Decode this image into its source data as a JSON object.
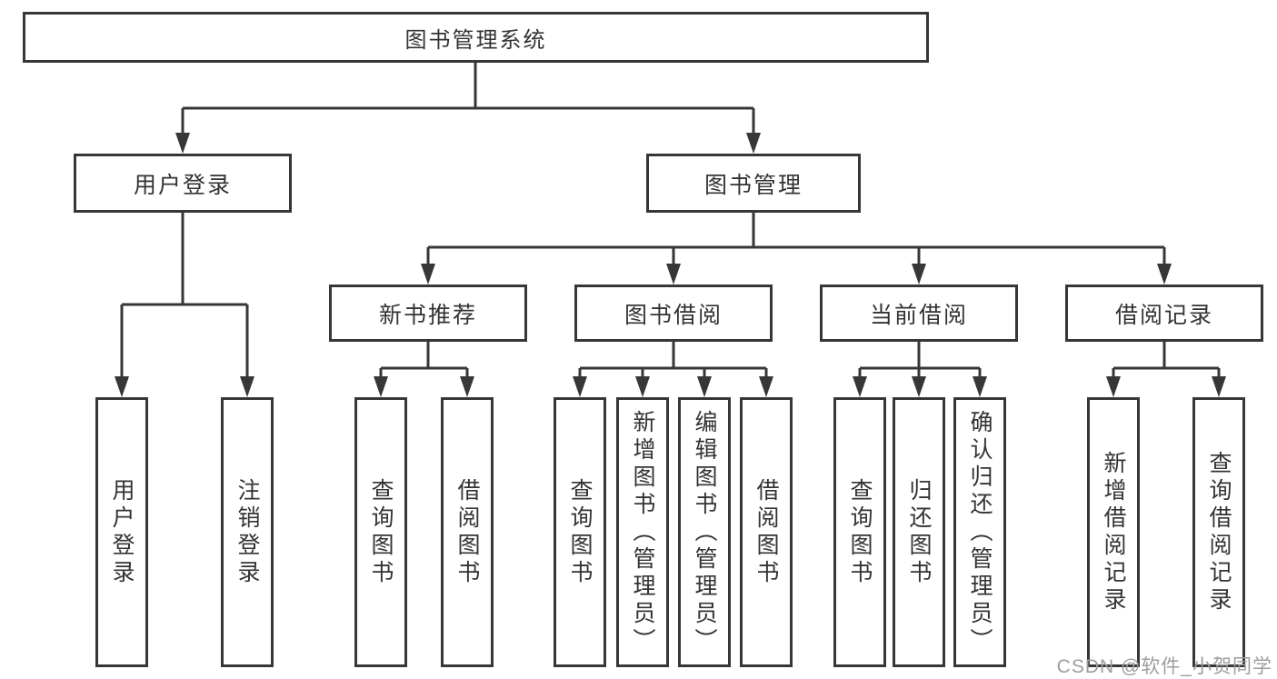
{
  "tree": {
    "label": "图书管理系统",
    "children": [
      {
        "label": "用户登录",
        "children": [
          {
            "label": "用户登录"
          },
          {
            "label": "注销登录"
          }
        ]
      },
      {
        "label": "图书管理",
        "children": [
          {
            "label": "新书推荐",
            "children": [
              {
                "label": "查询图书"
              },
              {
                "label": "借阅图书"
              }
            ]
          },
          {
            "label": "图书借阅",
            "children": [
              {
                "label": "查询图书"
              },
              {
                "label": "新增图书（管理员）"
              },
              {
                "label": "编辑图书（管理员）"
              },
              {
                "label": "借阅图书"
              }
            ]
          },
          {
            "label": "当前借阅",
            "children": [
              {
                "label": "查询图书"
              },
              {
                "label": "归还图书"
              },
              {
                "label": "确认归还（管理员）"
              }
            ]
          },
          {
            "label": "借阅记录",
            "children": [
              {
                "label": "新增借阅记录"
              },
              {
                "label": "查询借阅记录"
              }
            ]
          }
        ]
      }
    ]
  },
  "watermark": {
    "text": "CSDN @软件_小贺同学"
  },
  "colors": {
    "line": "#373737",
    "text": "#333333",
    "background": "#ffffff",
    "watermark": "#9d9d9d"
  }
}
